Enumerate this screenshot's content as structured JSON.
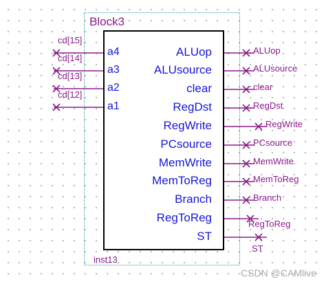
{
  "block": {
    "title": "Block3",
    "instance": "inst13"
  },
  "inputs": [
    {
      "pin": "a4",
      "net": "cd[15]"
    },
    {
      "pin": "a3",
      "net": "cd[14]"
    },
    {
      "pin": "a2",
      "net": "cd[13]"
    },
    {
      "pin": "a1",
      "net": "cd[12]"
    }
  ],
  "outputs": [
    {
      "pin": "ALUop",
      "signal": "ALUop"
    },
    {
      "pin": "ALUsource",
      "signal": "ALUsource"
    },
    {
      "pin": "clear",
      "signal": "clear"
    },
    {
      "pin": "RegDst",
      "signal": "RegDst"
    },
    {
      "pin": "RegWrite",
      "signal": "RegWrite"
    },
    {
      "pin": "PCsource",
      "signal": "PCsource"
    },
    {
      "pin": "MemWrite",
      "signal": "MemWrite"
    },
    {
      "pin": "MemToReg",
      "signal": "MemToReg"
    },
    {
      "pin": "Branch",
      "signal": "Branch"
    },
    {
      "pin": "RegToReg",
      "signal": "RegToReg"
    },
    {
      "pin": "ST",
      "signal": "ST"
    }
  ],
  "watermark": "CSDN @CAMlive",
  "colors": {
    "wire": "#8b1a8b",
    "pin_text": "#1515d8",
    "frame": "#2a9a9a",
    "body_border": "#000000"
  }
}
